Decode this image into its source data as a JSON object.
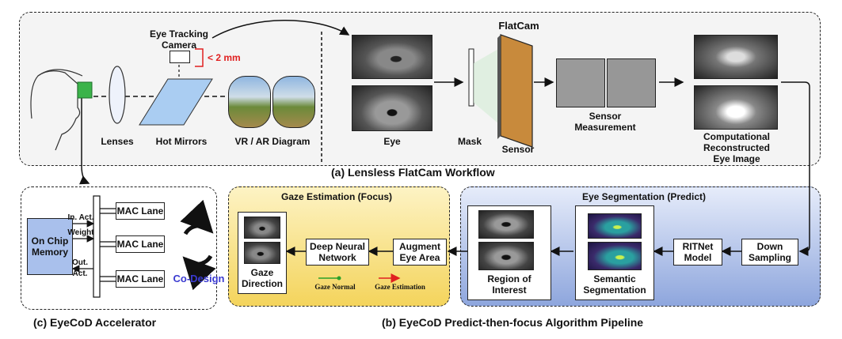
{
  "workflow": {
    "caption": "(a) Lensless FlatCam Workflow",
    "eye_tracking_camera": "Eye Tracking\nCamera",
    "distance": "< 2 mm",
    "lenses": "Lenses",
    "hot_mirrors": "Hot Mirrors",
    "vr_ar": "VR / AR Diagram",
    "eye": "Eye",
    "flatcam": "FlatCam",
    "mask": "Mask",
    "sensor": "Sensor",
    "sensor_measurement": "Sensor\nMeasurement",
    "reconstructed": "Computational\nReconstructed\nEye Image"
  },
  "accelerator": {
    "caption": "(c) EyeCoD Accelerator",
    "memory": "On Chip\nMemory",
    "in_act": "In. Act.",
    "weight": "Weight",
    "out_act": "Out. Act.",
    "mac_lanes": [
      "MAC Lane",
      "MAC Lane",
      "MAC Lane"
    ],
    "co_design": "Co-Design"
  },
  "gaze": {
    "title": "Gaze Estimation (Focus)",
    "direction": "Gaze\nDirection",
    "dnn": "Deep Neural\nNetwork",
    "augment": "Augment\nEye Area",
    "legend_normal": "Gaze Normal",
    "legend_estimation": "Gaze Estimation"
  },
  "segmentation": {
    "title": "Eye Segmentation (Predict)",
    "roi": "Region of\nInterest",
    "semantic": "Semantic\nSegmentation",
    "ritnet": "RITNet\nModel",
    "down_sampling": "Down\nSampling"
  },
  "pipeline_caption": "(b) EyeCoD Predict-then-focus Algorithm Pipeline",
  "colors": {
    "gaze_bg": "#f6d85a",
    "seg_bg": "#8fa8e0",
    "memory_bg": "#a9c0ec",
    "co_design": "#3a3ad0",
    "red": "#e02020",
    "green": "#2aa02a"
  }
}
